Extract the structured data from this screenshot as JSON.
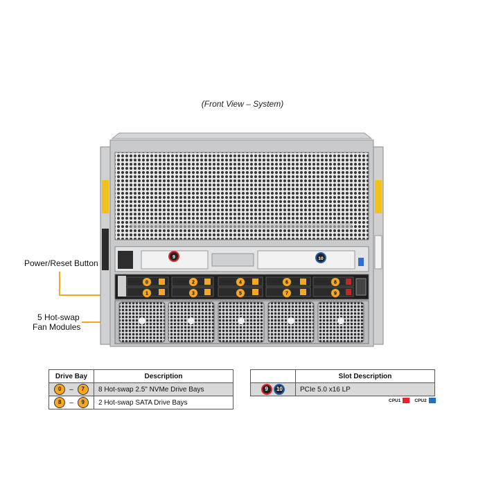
{
  "caption": "(Front View – System)",
  "callouts": {
    "power_reset": "Power/Reset Button",
    "fans_line1": "5 Hot-swap",
    "fans_line2": "Fan Modules"
  },
  "drive_table": {
    "header_bay": "Drive Bay",
    "header_desc": "Description",
    "rows": [
      {
        "from": "0",
        "dash": "–",
        "to": "7",
        "desc": "8 Hot-swap 2.5\" NVMe Drive Bays"
      },
      {
        "from": "8",
        "dash": "–",
        "to": "9",
        "desc": "2 Hot-swap SATA Drive Bays"
      }
    ]
  },
  "slot_table": {
    "header_desc": "Slot Description",
    "rows": [
      {
        "slot_a": "9",
        "slot_b": "10",
        "desc": "PCIe 5.0 x16 LP"
      }
    ]
  },
  "cpu_key": {
    "cpu1_label": "CPU1",
    "cpu1_color": "#e32525",
    "cpu2_label": "CPU2",
    "cpu2_color": "#1f6fc2"
  },
  "drive_bay_labels": [
    "0",
    "1",
    "2",
    "3",
    "4",
    "5",
    "6",
    "7",
    "8",
    "9"
  ],
  "slot_labels": [
    "9",
    "10"
  ],
  "colors": {
    "accent_orange": "#f7a823",
    "slot_red": "#e32525",
    "slot_blue": "#1f5fae",
    "chassis": "#c9cacc",
    "row_shade": "#d9d9d9"
  }
}
